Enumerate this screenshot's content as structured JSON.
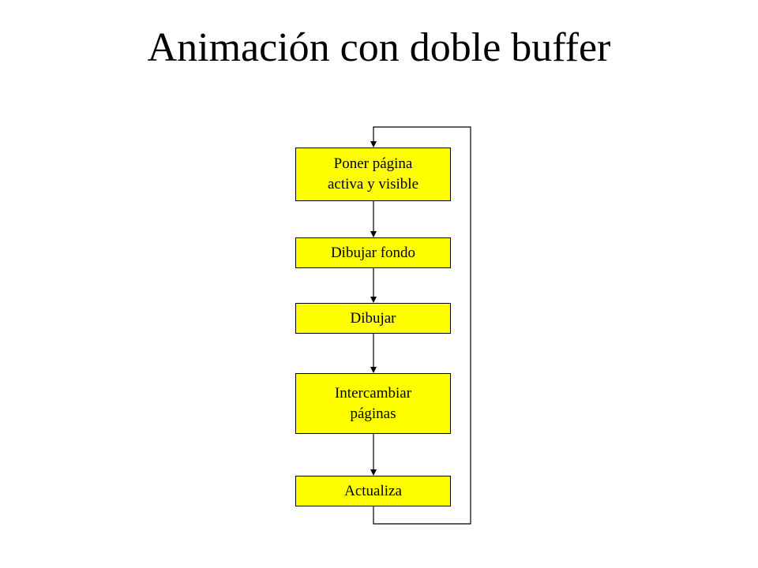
{
  "title": "Animación con doble buffer",
  "colors": {
    "node_fill": "#ffff00",
    "line": "#000000"
  },
  "nodes": [
    {
      "label": "Poner página\nactiva y visible"
    },
    {
      "label": "Dibujar fondo"
    },
    {
      "label": "Dibujar"
    },
    {
      "label": "Intercambiar\npáginas"
    },
    {
      "label": "Actualiza"
    }
  ],
  "edges": [
    {
      "from": 0,
      "to": 1
    },
    {
      "from": 1,
      "to": 2
    },
    {
      "from": 2,
      "to": 3
    },
    {
      "from": 3,
      "to": 4
    },
    {
      "from": 4,
      "to": 0,
      "type": "loop-back"
    }
  ]
}
